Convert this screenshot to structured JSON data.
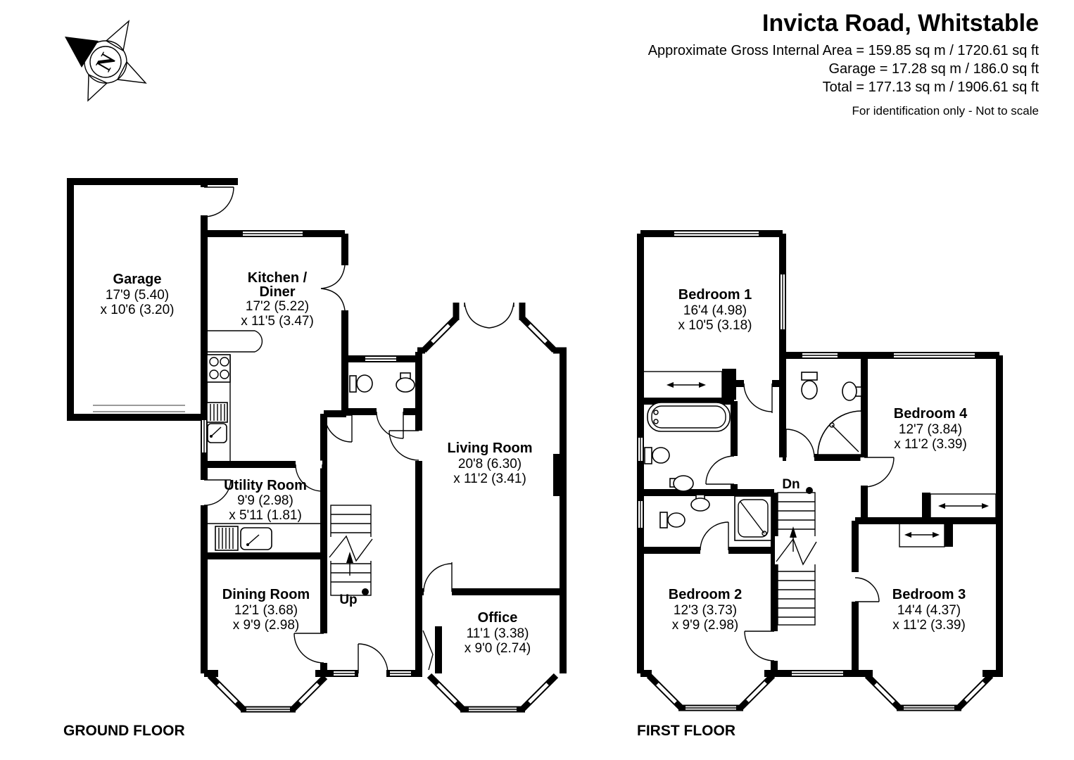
{
  "header": {
    "title": "Invicta Road, Whitstable",
    "area_line": "Approximate Gross Internal Area = 159.85 sq m / 1720.61 sq ft",
    "garage_line": "Garage = 17.28 sq m / 186.0 sq ft",
    "total_line": "Total = 177.13 sq m / 1906.61 sq ft",
    "disclaimer": "For identification only - Not to scale"
  },
  "compass": {
    "letter": "N"
  },
  "ground_floor": {
    "label": "GROUND FLOOR",
    "stairs_label": "Up",
    "rooms": {
      "garage": {
        "name": "Garage",
        "dim1": "17'9 (5.40)",
        "dim2": "x 10'6 (3.20)"
      },
      "kitchen": {
        "name": "Kitchen /",
        "name2": "Diner",
        "dim1": "17'2 (5.22)",
        "dim2": "x 11'5 (3.47)"
      },
      "utility": {
        "name": "Utility Room",
        "dim1": "9'9 (2.98)",
        "dim2": "x 5'11 (1.81)"
      },
      "dining": {
        "name": "Dining Room",
        "dim1": "12'1 (3.68)",
        "dim2": "x 9'9 (2.98)"
      },
      "living": {
        "name": "Living Room",
        "dim1": "20'8 (6.30)",
        "dim2": "x 11'2 (3.41)"
      },
      "office": {
        "name": "Office",
        "dim1": "11'1 (3.38)",
        "dim2": "x 9'0 (2.74)"
      }
    }
  },
  "first_floor": {
    "label": "FIRST FLOOR",
    "stairs_label": "Dn",
    "rooms": {
      "bedroom1": {
        "name": "Bedroom 1",
        "dim1": "16'4 (4.98)",
        "dim2": "x 10'5 (3.18)"
      },
      "bedroom2": {
        "name": "Bedroom 2",
        "dim1": "12'3 (3.73)",
        "dim2": "x 9'9 (2.98)"
      },
      "bedroom3": {
        "name": "Bedroom 3",
        "dim1": "14'4 (4.37)",
        "dim2": "x 11'2 (3.39)"
      },
      "bedroom4": {
        "name": "Bedroom 4",
        "dim1": "12'7 (3.84)",
        "dim2": "x 11'2 (3.39)"
      }
    }
  }
}
